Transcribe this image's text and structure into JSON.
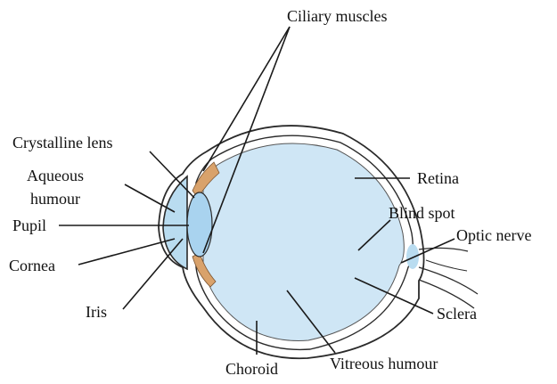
{
  "diagram": {
    "labels": {
      "ciliary_muscles": "Ciliary muscles",
      "crystalline_lens": "Crystalline lens",
      "aqueous_humour_1": "Aqueous",
      "aqueous_humour_2": "humour",
      "pupil": "Pupil",
      "cornea": "Cornea",
      "iris": "Iris",
      "retina": "Retina",
      "blind_spot": "Blind spot",
      "optic_nerve": "Optic nerve",
      "sclera": "Sclera",
      "choroid": "Choroid",
      "vitreous_humour": "Vitreous humour"
    },
    "colors": {
      "eyeball_fill": "#cfe6f5",
      "lens_fill": "#a9d3ef",
      "iris_ciliary": "#d9a26b",
      "outline": "#2a2a2a",
      "aqueous": "#b9dcf0"
    }
  }
}
